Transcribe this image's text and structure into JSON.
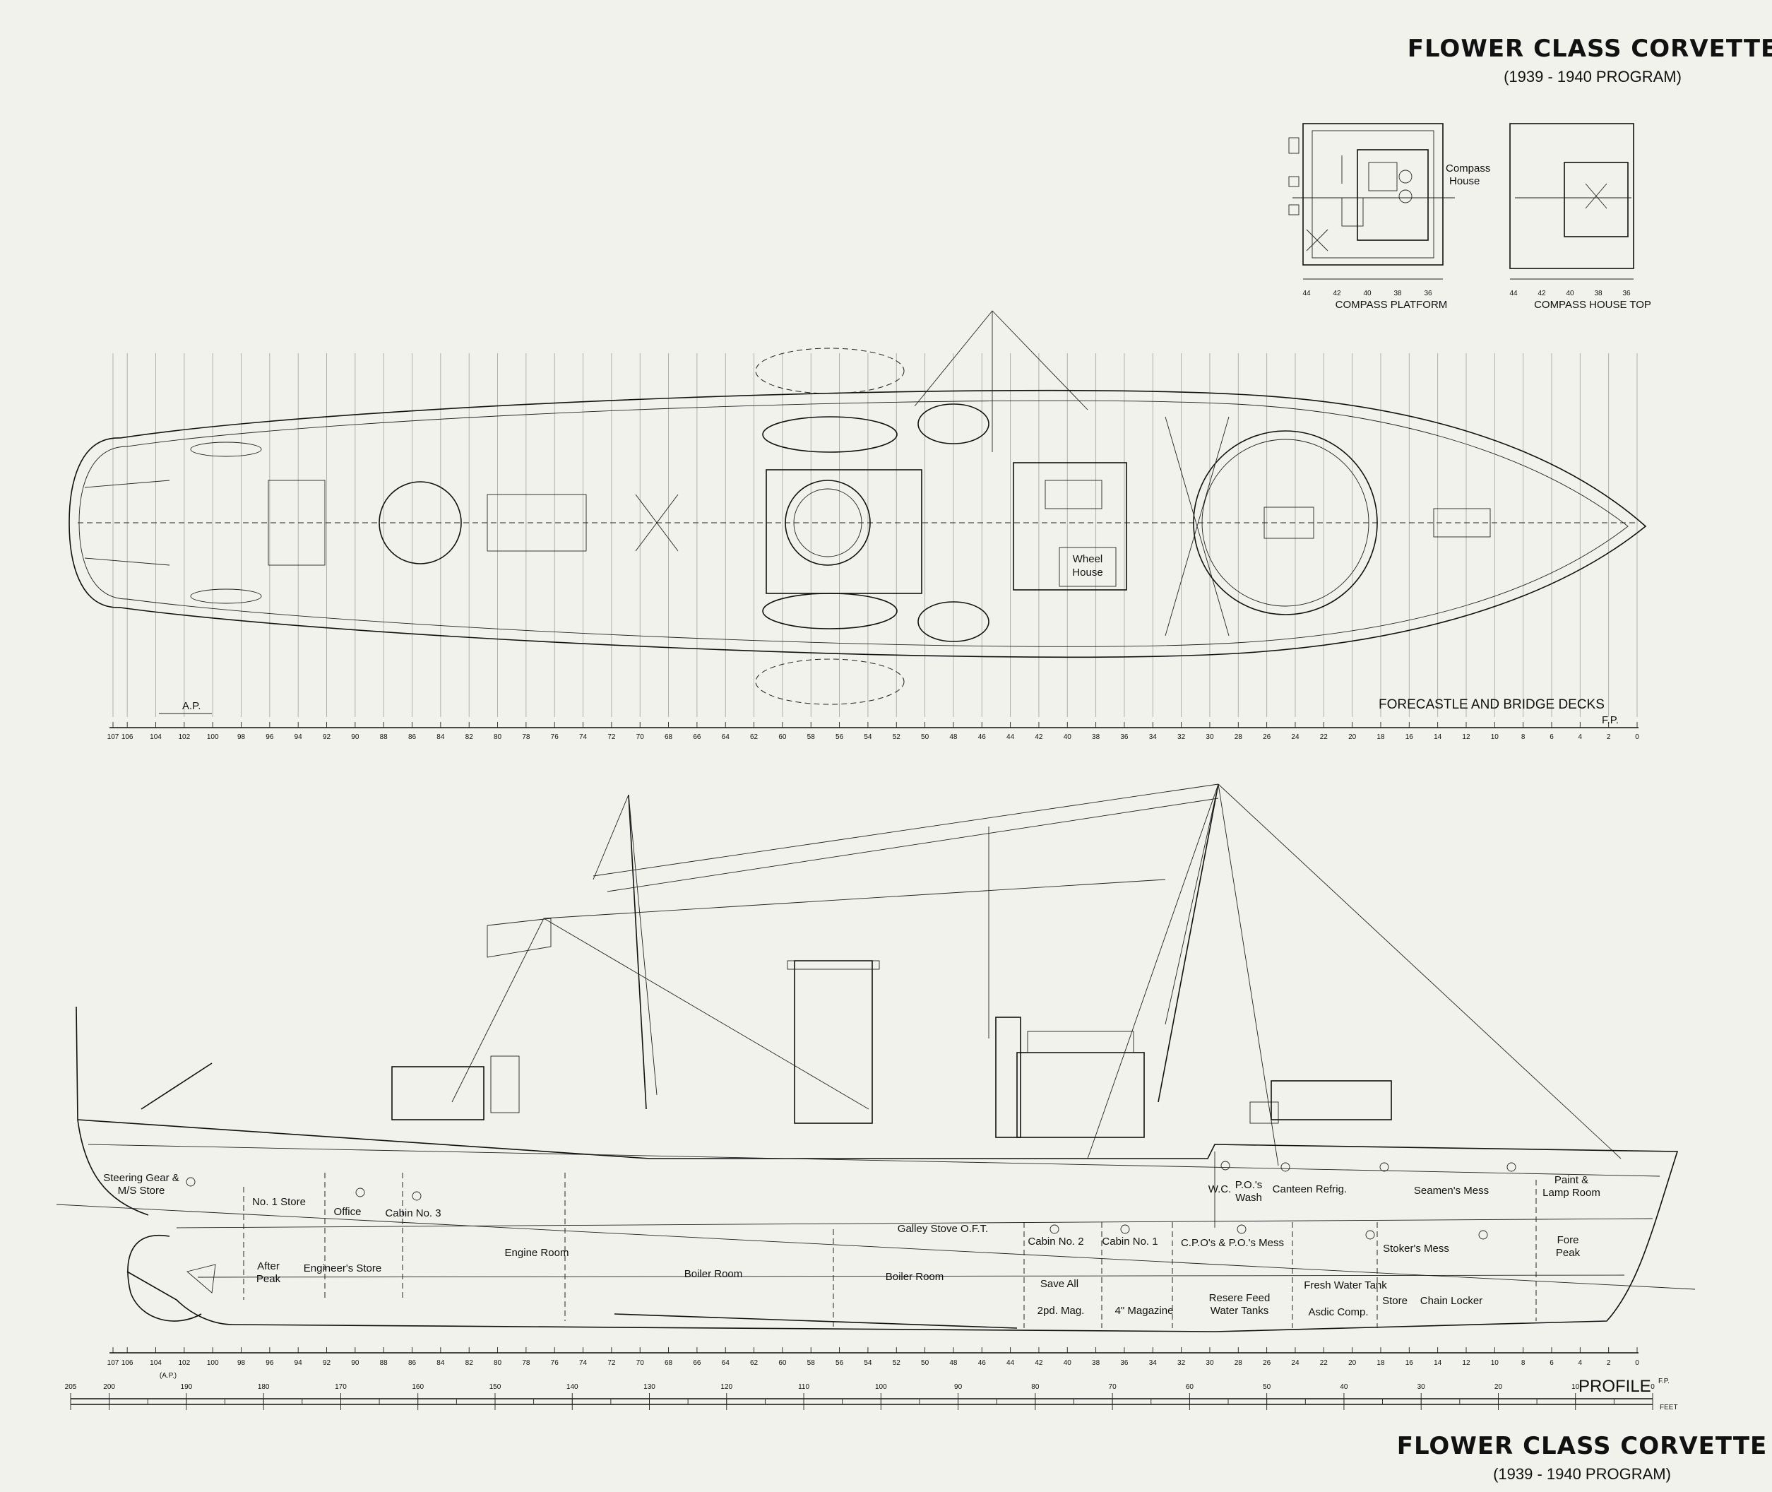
{
  "titles": {
    "top_title": "FLOWER CLASS CORVETTE",
    "top_subtitle": "(1939 - 1940 PROGRAM)",
    "bottom_title": "FLOWER CLASS CORVETTE",
    "bottom_subtitle": "(1939 - 1940 PROGRAM)"
  },
  "insets": {
    "compass_platform": {
      "label": "COMPASS PLATFORM",
      "house_label": [
        "Compass",
        "House"
      ],
      "ticks": [
        "44",
        "42",
        "40",
        "38",
        "36"
      ]
    },
    "compass_house_top": {
      "label": "COMPASS HOUSE TOP",
      "ticks": [
        "44",
        "42",
        "40",
        "38",
        "36"
      ]
    }
  },
  "plan_view": {
    "label": "FORECASTLE AND BRIDGE DECKS",
    "wheel_house": [
      "Wheel",
      "House"
    ],
    "ap_label": "A.P.",
    "fp_label": "F.P.",
    "stations": [
      "107",
      "106",
      "104",
      "102",
      "100",
      "98",
      "96",
      "94",
      "92",
      "90",
      "88",
      "86",
      "84",
      "82",
      "80",
      "78",
      "76",
      "74",
      "72",
      "70",
      "68",
      "66",
      "64",
      "62",
      "60",
      "58",
      "56",
      "54",
      "52",
      "50",
      "48",
      "46",
      "44",
      "42",
      "40",
      "38",
      "36",
      "34",
      "32",
      "30",
      "28",
      "26",
      "24",
      "22",
      "20",
      "18",
      "16",
      "14",
      "12",
      "10",
      "8",
      "6",
      "4",
      "2",
      "0"
    ]
  },
  "profile_view": {
    "label": "PROFILE",
    "fp_label": "F.P.",
    "ap_label": "(A.P.)",
    "compartments": [
      {
        "id": "steering",
        "lines": [
          "Steering Gear &",
          "M/S Store"
        ]
      },
      {
        "id": "no1store",
        "lines": [
          "No. 1 Store"
        ]
      },
      {
        "id": "office",
        "lines": [
          "Office"
        ]
      },
      {
        "id": "cabin3",
        "lines": [
          "Cabin No. 3"
        ]
      },
      {
        "id": "afterpeak",
        "lines": [
          "After",
          "Peak"
        ]
      },
      {
        "id": "engstore",
        "lines": [
          "Engineer's Store"
        ]
      },
      {
        "id": "engroom",
        "lines": [
          "Engine Room"
        ]
      },
      {
        "id": "boiler1",
        "lines": [
          "Boiler Room"
        ]
      },
      {
        "id": "boiler2",
        "lines": [
          "Boiler Room"
        ]
      },
      {
        "id": "galley",
        "lines": [
          "Galley Stove O.F.T."
        ]
      },
      {
        "id": "cabin2",
        "lines": [
          "Cabin No. 2"
        ]
      },
      {
        "id": "cabin1",
        "lines": [
          "Cabin No. 1"
        ]
      },
      {
        "id": "cpo",
        "lines": [
          "C.P.O's & P.O.'s Mess"
        ]
      },
      {
        "id": "stoker",
        "lines": [
          "Stoker's Mess"
        ]
      },
      {
        "id": "forepeak",
        "lines": [
          "Fore",
          "Peak"
        ]
      },
      {
        "id": "wc",
        "lines": [
          "W.C."
        ]
      },
      {
        "id": "powash",
        "lines": [
          "P.O.'s",
          "Wash"
        ]
      },
      {
        "id": "canteen",
        "lines": [
          "Canteen"
        ]
      },
      {
        "id": "refrig",
        "lines": [
          "Refrig."
        ]
      },
      {
        "id": "seamen",
        "lines": [
          "Seamen's Mess"
        ]
      },
      {
        "id": "paint",
        "lines": [
          "Paint &",
          "Lamp Room"
        ]
      },
      {
        "id": "saveall",
        "lines": [
          "Save All"
        ]
      },
      {
        "id": "twopd",
        "lines": [
          "2pd. Mag."
        ]
      },
      {
        "id": "fourmag",
        "lines": [
          "4\" Magazine"
        ]
      },
      {
        "id": "reserve",
        "lines": [
          "Resere Feed",
          "Water Tanks"
        ]
      },
      {
        "id": "freshwater",
        "lines": [
          "Fresh Water Tank"
        ]
      },
      {
        "id": "asdic",
        "lines": [
          "Asdic Comp."
        ]
      },
      {
        "id": "store",
        "lines": [
          "Store"
        ]
      },
      {
        "id": "chain",
        "lines": [
          "Chain Locker"
        ]
      }
    ],
    "stations": [
      "107",
      "106",
      "104",
      "102",
      "100",
      "98",
      "96",
      "94",
      "92",
      "90",
      "88",
      "86",
      "84",
      "82",
      "80",
      "78",
      "76",
      "74",
      "72",
      "70",
      "68",
      "66",
      "64",
      "62",
      "60",
      "58",
      "56",
      "54",
      "52",
      "50",
      "48",
      "46",
      "44",
      "42",
      "40",
      "38",
      "36",
      "34",
      "32",
      "30",
      "28",
      "26",
      "24",
      "22",
      "20",
      "18",
      "16",
      "14",
      "12",
      "10",
      "8",
      "6",
      "4",
      "2",
      "0"
    ]
  },
  "scale_bar": {
    "ticks": [
      "205",
      "200",
      "190",
      "180",
      "170",
      "160",
      "150",
      "140",
      "130",
      "120",
      "110",
      "100",
      "90",
      "80",
      "70",
      "60",
      "50",
      "40",
      "30",
      "20",
      "10",
      "0"
    ],
    "unit": "FEET"
  }
}
